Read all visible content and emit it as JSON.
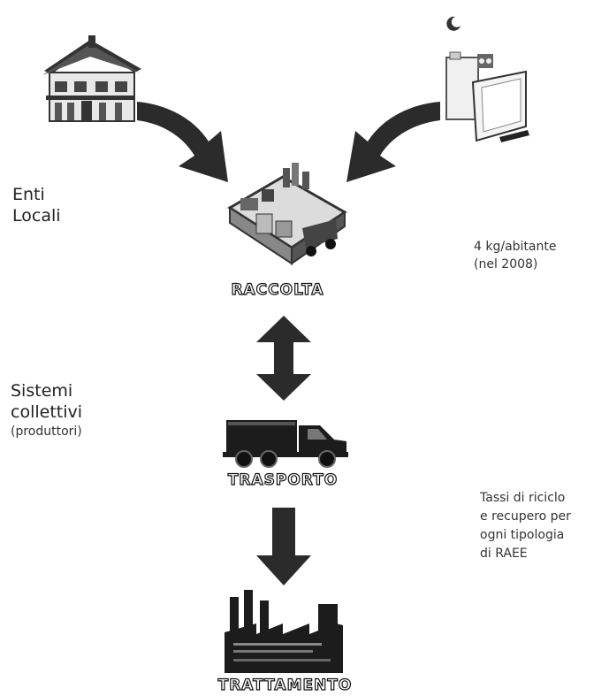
{
  "left_labels": {
    "enti_line1": "Enti",
    "enti_line2": "Locali",
    "sistemi_line1": "Sistemi",
    "sistemi_line2": "collettivi",
    "sistemi_line3": "(produttori)"
  },
  "right_notes": {
    "collection_rate_line1": "4 kg/abitante",
    "collection_rate_line2": "(nel 2008)",
    "recycling_line1": "Tassi di riciclo",
    "recycling_line2": "e recupero per",
    "recycling_line3": "ogni tipologia",
    "recycling_line4": "di RAEE"
  },
  "stages": {
    "collection": "RACCOLTA",
    "transport": "TRASPORTO",
    "treatment": "TRATTAMENTO"
  },
  "icons": {
    "house": "house-icon",
    "appliances": "appliances-icon",
    "collection_site": "collection-center-icon",
    "truck": "truck-icon",
    "factory": "factory-icon"
  },
  "colors": {
    "arrow": "#2b2b2b",
    "label_fill": "#ffffff",
    "label_outline": "#111111"
  }
}
